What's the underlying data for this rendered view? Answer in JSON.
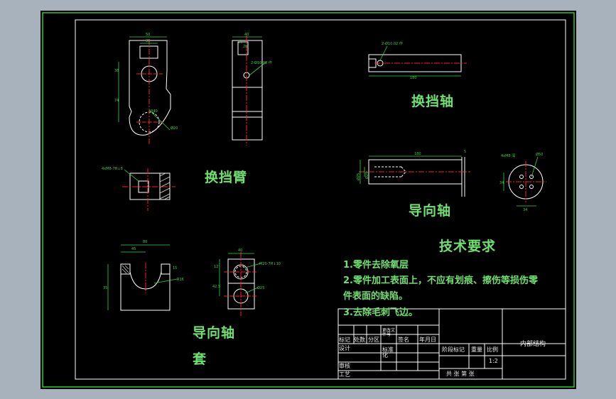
{
  "drawing": {
    "parts": {
      "shift_arm": {
        "label": "换挡臂"
      },
      "shift_shaft": {
        "label": "换挡轴"
      },
      "guide_shaft": {
        "label": "导向轴"
      },
      "guide_sleeve": {
        "label_line1": "导向轴",
        "label_line2": "套"
      }
    },
    "tech_requirements": {
      "heading": "技术要求",
      "items": [
        "1.零件去除氧层",
        "2.零件加工表面上，不应有划痕、擦伤等损伤零",
        "件表面的缺陷。",
        "3.去除毛刺飞边。"
      ]
    },
    "dimensions": {
      "arm_width": "50",
      "arm_slot": "30",
      "arm_h1": "38",
      "arm_h2": "74",
      "arm_r": "R40",
      "arm_hole": "Ø20",
      "arm_side_w": "40",
      "arm_side_a": "10",
      "arm_side_b": "20",
      "arm_side_hole": "2-Ø10.02 作",
      "shaft_hole": "2-Ø10.02 作",
      "shaft_len": "180",
      "arm_section_thread": "4xM8-7H↓8",
      "guide_len": "180",
      "guide_step": "5",
      "guide_d1": "Ø25",
      "guide_d2": "Ø25",
      "flange_holes": "4xM8 深",
      "flange_d": "Ø50",
      "flange_w": "34",
      "flange_h": "34",
      "sleeve_w": "80",
      "sleeve_a": "45",
      "sleeve_b": "15",
      "sleeve_h": "35",
      "sleeve_r": "R16",
      "sleeve2_w": "40",
      "sleeve2_thread": "M20-7H↓10",
      "sleeve2_h1": "12",
      "sleeve2_h2": "42.5",
      "sleeve2_hole": "Ø25"
    },
    "title_block": {
      "company": "内部结构",
      "row_headers": [
        "标记",
        "处数",
        "分区",
        "更改文件号",
        "签名",
        "年月日"
      ],
      "design": "设计",
      "standardize": "标准化",
      "review": "审核",
      "process": "工艺",
      "stage_mark": "阶段标记",
      "weight": "重量",
      "scale": "比例",
      "scale_value": "1:2",
      "sheets": "共  张  第  张"
    }
  },
  "colors": {
    "outline": "#ffffff",
    "dimension": "#3ad43a",
    "center": "#ff2020",
    "hatch": "#e0e0e0",
    "border": "#2bcc2b"
  }
}
